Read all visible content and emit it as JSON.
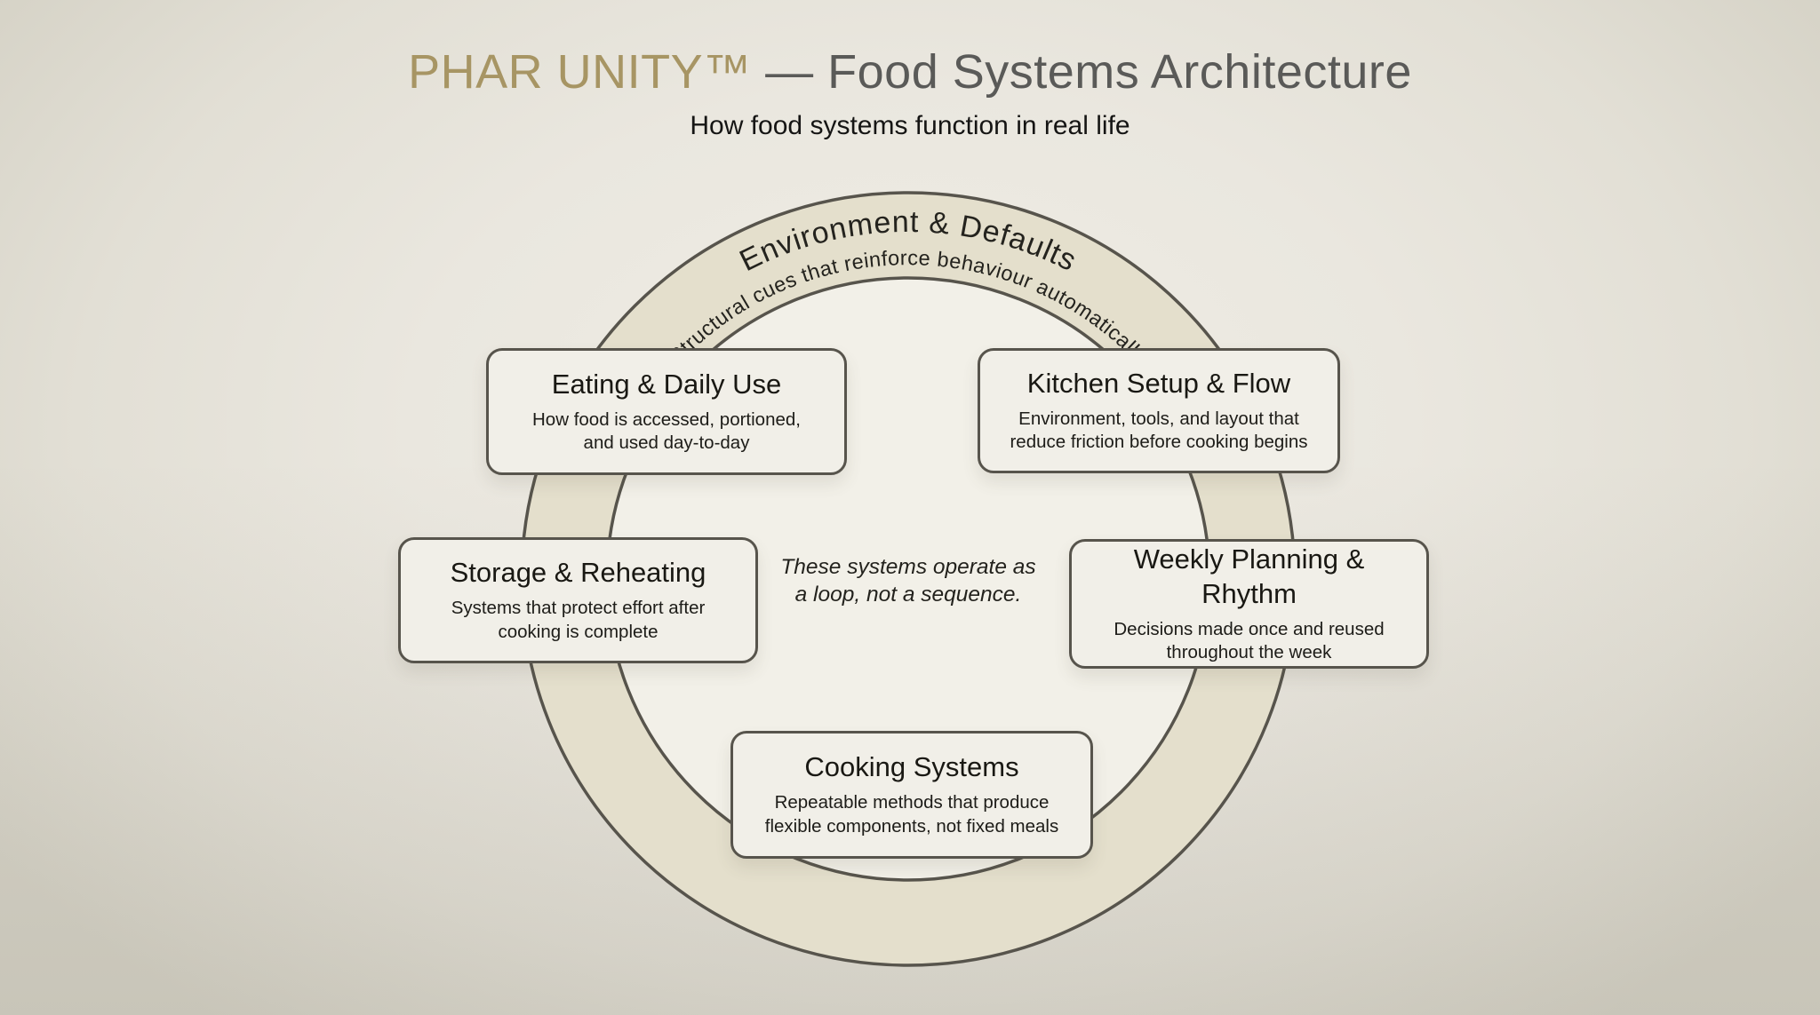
{
  "header": {
    "brand": "PHAR UNITY™",
    "title_rest": " — Food Systems Architecture",
    "subtitle": "How food systems function in real life"
  },
  "ring": {
    "label": "Environment & Defaults",
    "sublabel": "Structural cues that reinforce behaviour automatically"
  },
  "center_note": {
    "line1": "These systems operate as",
    "line2": "a loop, not a sequence."
  },
  "nodes": [
    {
      "title": "Eating & Daily Use",
      "desc_line1": "How food is accessed, portioned,",
      "desc_line2": "and used day-to-day"
    },
    {
      "title": "Kitchen Setup & Flow",
      "desc_line1": "Environment, tools, and layout that",
      "desc_line2": "reduce friction before cooking begins"
    },
    {
      "title": "Storage & Reheating",
      "desc_line1": "Systems that protect effort after",
      "desc_line2": "cooking is complete"
    },
    {
      "title": "Weekly Planning & Rhythm",
      "desc_line1": "Decisions made once and reused",
      "desc_line2": "throughout the week"
    },
    {
      "title": "Cooking Systems",
      "desc_line1": "Repeatable methods that produce",
      "desc_line2": "flexible components, not fixed meals"
    }
  ],
  "colors": {
    "brand_gold": "#a79564",
    "title_gray": "#5a5a58",
    "ring_band": "#e4dfcc",
    "ring_inner_fill": "#f2f0e8",
    "ring_stroke": "#57544c",
    "box_fill": "#f1efe8",
    "box_border": "#57544c",
    "background_light": "#efede5",
    "background_dark": "#d6d3c7",
    "text_dark": "#1d1c18"
  }
}
